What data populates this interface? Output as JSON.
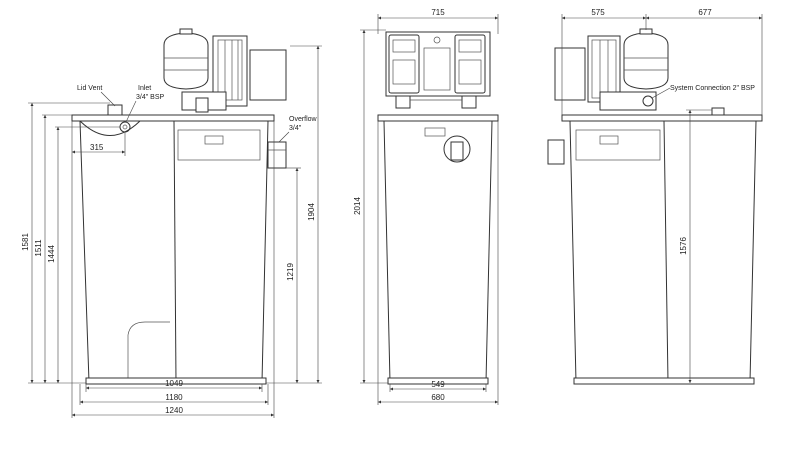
{
  "side_view": {
    "labels": {
      "lid_vent": "Lid Vent",
      "inlet": "Inlet",
      "inlet_size": "3/4\" BSP",
      "overflow": "Overflow",
      "overflow_size": "3/4\""
    },
    "dims": {
      "h1581": "1581",
      "h1511": "1511",
      "h1444": "1444",
      "h1904": "1904",
      "h1219": "1219",
      "w315": "315",
      "w1049": "1049",
      "w1180": "1180",
      "w1240": "1240"
    }
  },
  "front_view": {
    "dims": {
      "w715": "715",
      "h2014": "2014",
      "w549": "549",
      "w680": "680"
    }
  },
  "rear_view": {
    "labels": {
      "system_connection": "System Connection 2\" BSP"
    },
    "dims": {
      "w575": "575",
      "w677": "677",
      "h1576": "1576"
    }
  }
}
